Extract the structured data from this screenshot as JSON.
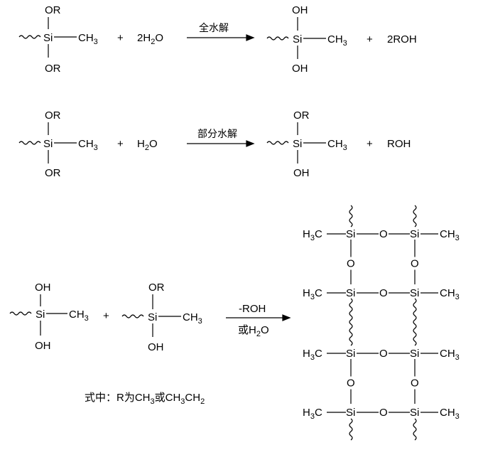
{
  "reactions": [
    {
      "reactant": {
        "top": "OR",
        "center": "Si",
        "right_label": "CH",
        "right_sub": "3",
        "bottom": "OR"
      },
      "plus1": "+",
      "coef": "2",
      "water_h": "H",
      "water_sub": "2",
      "water_o": "O",
      "condition": "全水解",
      "product": {
        "top": "OH",
        "center": "Si",
        "right_label": "CH",
        "right_sub": "3",
        "bottom": "OH"
      },
      "plus2": "+",
      "byproduct": "2ROH"
    },
    {
      "reactant": {
        "top": "OR",
        "center": "Si",
        "right_label": "CH",
        "right_sub": "3",
        "bottom": "OR"
      },
      "plus1": "+",
      "water_h": "H",
      "water_sub": "2",
      "water_o": "O",
      "condition": "部分水解",
      "product": {
        "top": "OR",
        "center": "Si",
        "right_label": "CH",
        "right_sub": "3",
        "bottom": "OH"
      },
      "plus2": "+",
      "byproduct": "ROH"
    },
    {
      "reactant1": {
        "top": "OH",
        "center": "Si",
        "right_label": "CH",
        "right_sub": "3",
        "bottom": "OH"
      },
      "plus": "+",
      "reactant2": {
        "top": "OR",
        "center": "Si",
        "right_label": "CH",
        "right_sub": "3",
        "bottom": "OH"
      },
      "condition_top": "-ROH",
      "condition_bottom_pre": "或H",
      "condition_bottom_sub": "2",
      "condition_bottom_post": "O",
      "network": {
        "si": "Si",
        "o": "O",
        "methyl_h": "H",
        "methyl_3": "3",
        "methyl_c": "C",
        "methyl_right": "CH",
        "rows": 4
      }
    }
  ],
  "footnote": {
    "prefix": "式中：R为CH",
    "sub1": "3",
    "mid": "或CH",
    "sub2": "3",
    "mid2": "CH",
    "sub3": "2"
  }
}
